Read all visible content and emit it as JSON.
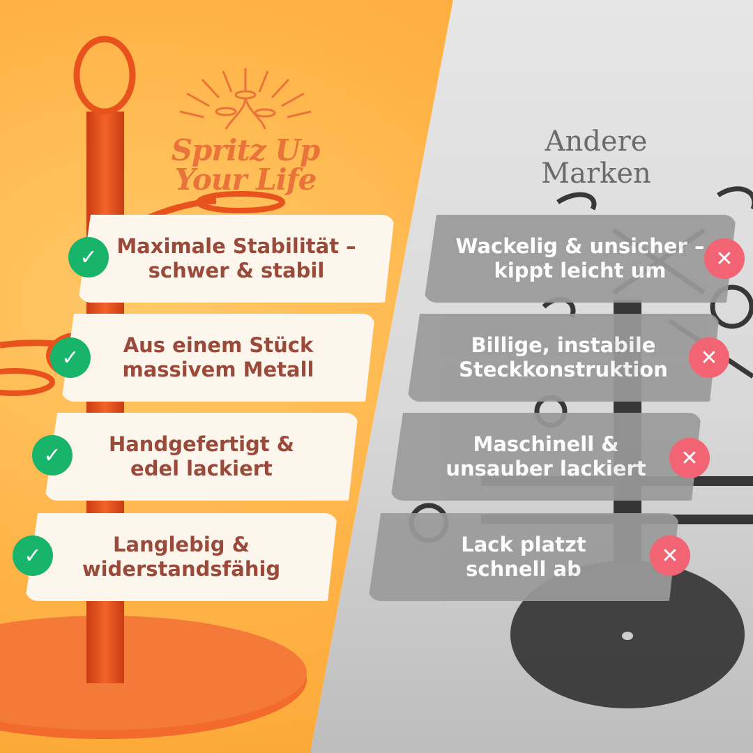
{
  "brand": {
    "logo_line1": "Spritz Up",
    "logo_line2": "Your Life"
  },
  "competitor_heading": [
    "Andere",
    "Marken"
  ],
  "pros": [
    {
      "line1": "Maximale Stabilität –",
      "line2": "schwer & stabil"
    },
    {
      "line1": "Aus einem Stück",
      "line2": "massivem Metall"
    },
    {
      "line1": "Handgefertigt &",
      "line2": "edel lackiert"
    },
    {
      "line1": "Langlebig &",
      "line2": "widerstandsfähig"
    }
  ],
  "cons": [
    {
      "line1": "Wackelig & unsicher –",
      "line2": "kippt leicht um"
    },
    {
      "line1": "Billige, instabile",
      "line2": "Steckkonstruktion"
    },
    {
      "line1": "Maschinell &",
      "line2": "unsauber lackiert"
    },
    {
      "line1": "Lack platzt",
      "line2": "schnell ab"
    }
  ],
  "icons": {
    "pro": "check-icon",
    "con": "cross-icon"
  },
  "colors": {
    "check": "#17b46a",
    "cross": "#f26373",
    "pro_text": "#9a4a3a",
    "product_orange": "#f0541a"
  }
}
